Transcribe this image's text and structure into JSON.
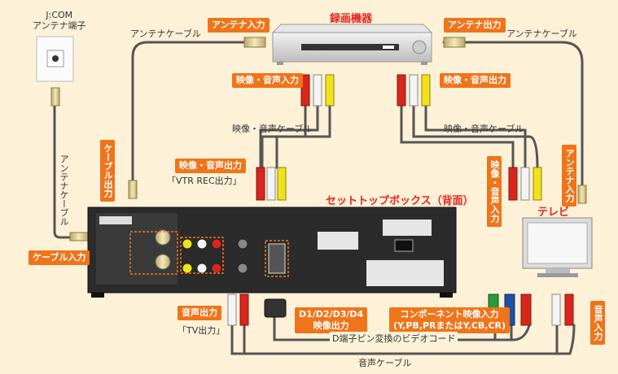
{
  "jcom_port_label": "J:COM\nアンテナ端子",
  "recorder_title": "録画機器",
  "stb_title": "セットトップボックス（背面）",
  "tv_title": "テレビ",
  "labels": {
    "antenna_in": "アンテナ入力",
    "antenna_out": "アンテナ出力",
    "av_in": "映像・音声入力",
    "av_out_rec": "映像・音声出力",
    "av_out_stb": "映像・音声出力",
    "cable_out": "ケーブル出力",
    "cable_in": "ケーブル入力",
    "tv_av_in": "映像・音声入力",
    "tv_antenna_in": "アンテナ入力",
    "audio_out": "音声出力",
    "d_out": "D1/D2/D3/D4\n映像出力",
    "component_in": "コンポーネント映像入力\n(Y,PB,PRまたはY,CB,CR)",
    "audio_in": "音声入力"
  },
  "notes": {
    "antenna_cable_left_top": "アンテナケーブル",
    "antenna_cable_right_top": "アンテナケーブル",
    "antenna_cable_left_vertical": "アンテナケーブル",
    "av_cable_left": "映像・音声ケーブル",
    "av_cable_right": "映像・音声ケーブル",
    "vtr_rec_out": "「VTR REC出力」",
    "tv_out": "「TV出力」",
    "d_cable": "D端子ピン変換のビデオコード",
    "audio_cable": "音声ケーブル"
  },
  "colors": {
    "background": "#fdf1d8",
    "tag": "#f07419",
    "title": "#e8251e",
    "cable": "#555555",
    "plug_yellow": "#f2e21a",
    "plug_white": "#f4f4f4",
    "plug_red": "#d9261c",
    "plug_green": "#2a9a3a",
    "plug_blue": "#1f4fa8"
  }
}
